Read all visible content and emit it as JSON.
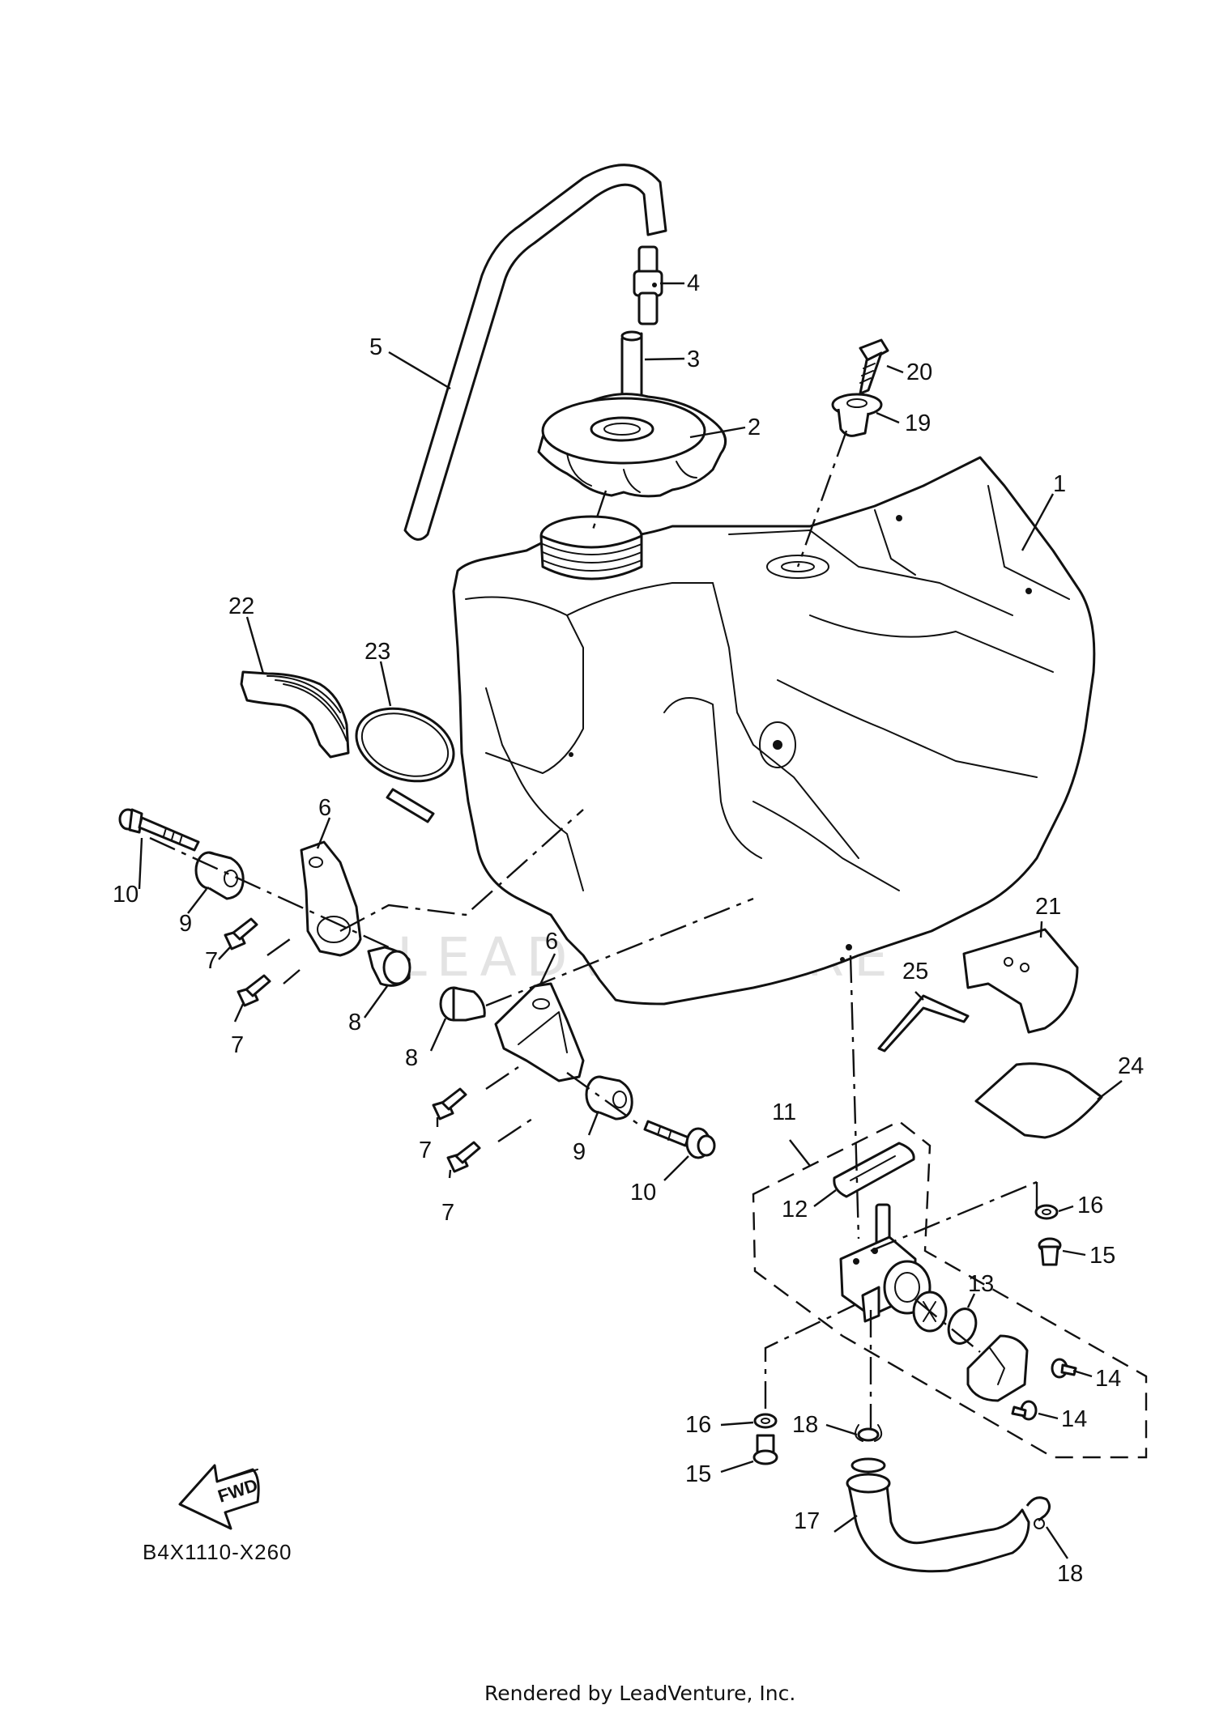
{
  "diagram": {
    "drawing_code": "B4X1110-X260",
    "watermark": "LEADVENTURE",
    "forward_badge": "FWD",
    "footer": "Rendered by LeadVenture, Inc.",
    "callouts": {
      "c1": "1",
      "c2": "2",
      "c3": "3",
      "c4": "4",
      "c5": "5",
      "c6a": "6",
      "c6b": "6",
      "c7a": "7",
      "c7b": "7",
      "c7c": "7",
      "c7d": "7",
      "c8a": "8",
      "c8b": "8",
      "c9a": "9",
      "c9b": "9",
      "c10a": "10",
      "c10b": "10",
      "c11": "11",
      "c12": "12",
      "c13": "13",
      "c14a": "14",
      "c14b": "14",
      "c15a": "15",
      "c15b": "15",
      "c16a": "16",
      "c16b": "16",
      "c17": "17",
      "c18a": "18",
      "c18b": "18",
      "c19": "19",
      "c20": "20",
      "c21": "21",
      "c22": "22",
      "c23": "23",
      "c24": "24",
      "c25": "25"
    }
  }
}
